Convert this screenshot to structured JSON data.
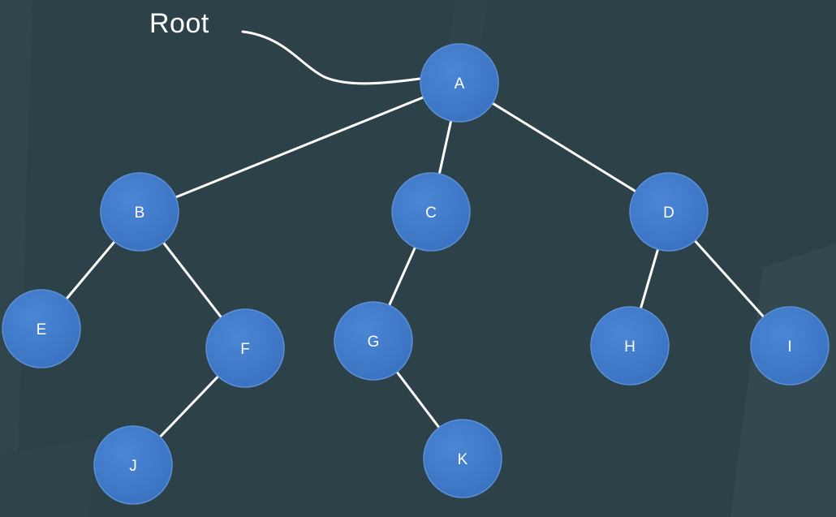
{
  "root_label": "Root",
  "tree": {
    "nodes": [
      {
        "id": "A",
        "label": "A"
      },
      {
        "id": "B",
        "label": "B"
      },
      {
        "id": "C",
        "label": "C"
      },
      {
        "id": "D",
        "label": "D"
      },
      {
        "id": "E",
        "label": "E"
      },
      {
        "id": "F",
        "label": "F"
      },
      {
        "id": "G",
        "label": "G"
      },
      {
        "id": "H",
        "label": "H"
      },
      {
        "id": "I",
        "label": "I"
      },
      {
        "id": "J",
        "label": "J"
      },
      {
        "id": "K",
        "label": "K"
      }
    ],
    "edges": [
      [
        "A",
        "B"
      ],
      [
        "A",
        "C"
      ],
      [
        "A",
        "D"
      ],
      [
        "B",
        "E"
      ],
      [
        "B",
        "F"
      ],
      [
        "C",
        "G"
      ],
      [
        "D",
        "H"
      ],
      [
        "D",
        "I"
      ],
      [
        "F",
        "J"
      ],
      [
        "G",
        "K"
      ]
    ]
  },
  "colors": {
    "background": "#2d4148",
    "node_fill": "#3a72c0",
    "node_stroke": "#5b8fd6",
    "edge": "#ffffff",
    "text": "#ffffff"
  }
}
